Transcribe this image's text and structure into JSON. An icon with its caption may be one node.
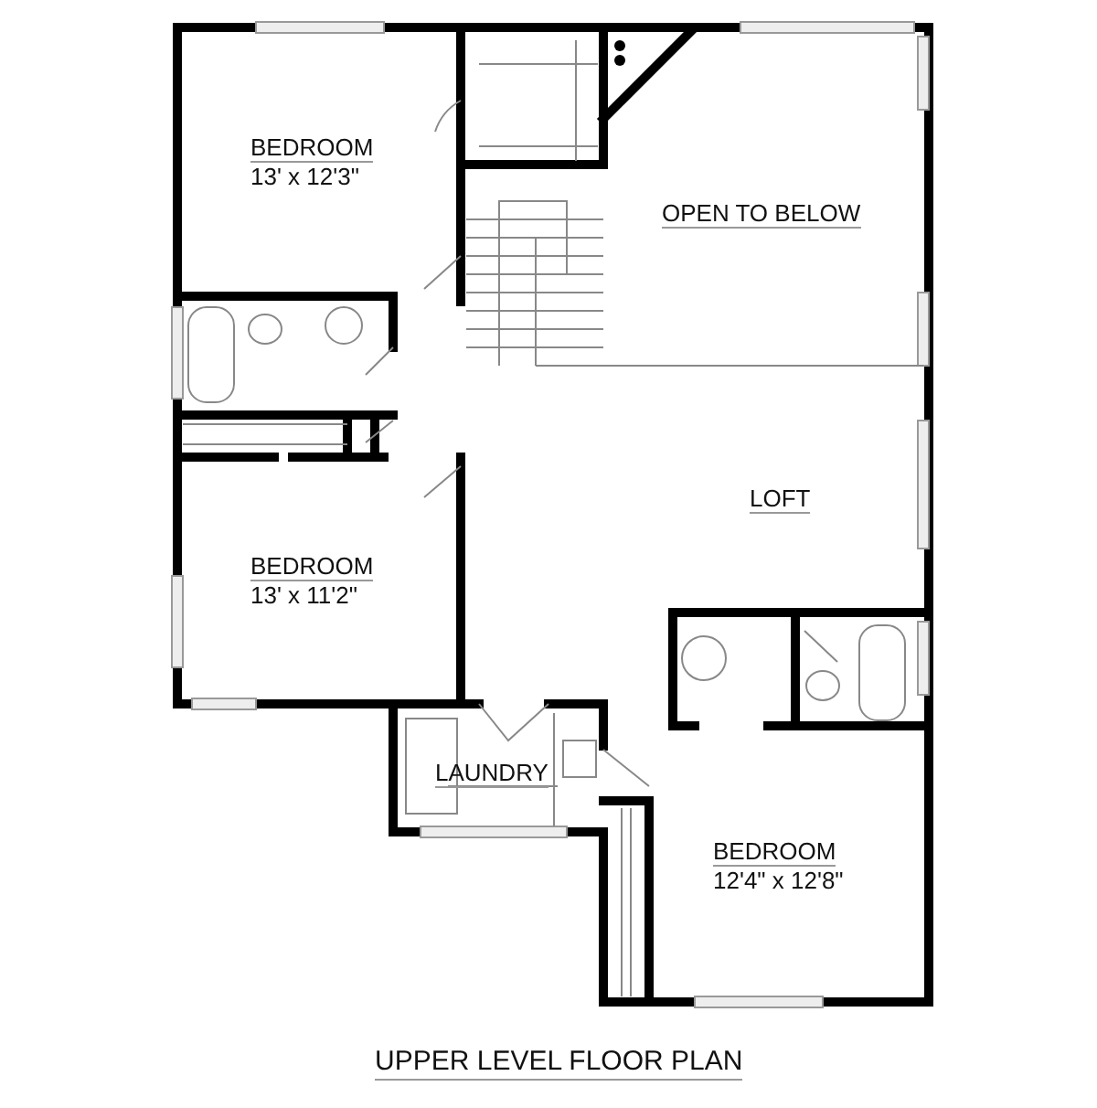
{
  "diagram": {
    "caption": "UPPER LEVEL FLOOR PLAN",
    "labels": [
      "BEDROOM",
      "13' x 12'3\"",
      "OPEN TO BELOW",
      "LOFT",
      "BEDROOM",
      "13' x 11'2\"",
      "LAUNDRY",
      "BEDROOM",
      "12'4\" x 12'8\""
    ]
  }
}
